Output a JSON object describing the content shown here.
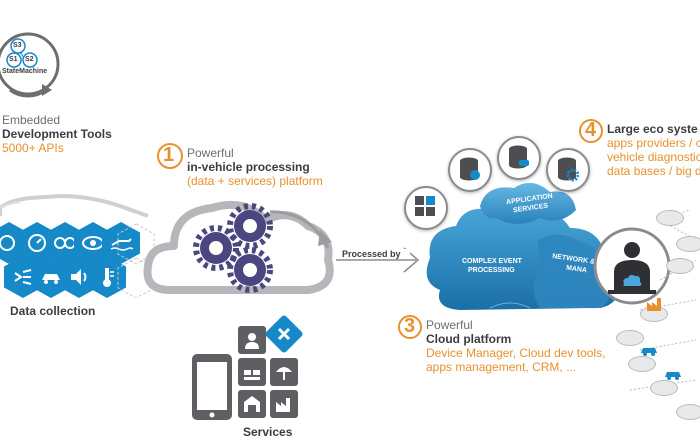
{
  "state_machine": {
    "label": "StateMachine",
    "states": [
      "S3",
      "S1",
      "S2"
    ]
  },
  "embedded": {
    "line1": "Embedded",
    "line2": "Development Tools",
    "line3": "5000+ APIs"
  },
  "step1": {
    "number": "1",
    "line1": "Powerful",
    "line2": "in-vehicle processing",
    "line3": "(data + services) platform"
  },
  "data_collection": {
    "label": "Data collection"
  },
  "services": {
    "label": "Services"
  },
  "arrow": {
    "label": "Processed by"
  },
  "cloud": {
    "application_services": [
      "APPLICATION",
      "SERVICES"
    ],
    "complex_event": [
      "COMPLEX EVENT",
      "PROCESSING"
    ],
    "network": [
      "NETWORK &",
      "MANA"
    ]
  },
  "step3": {
    "number": "3",
    "line1": "Powerful",
    "line2": "Cloud platform",
    "line3": "Device Manager, Cloud dev tools,",
    "line4": "apps management, CRM, ..."
  },
  "step4": {
    "number": "4",
    "line1": "Large eco syste",
    "line2": "apps providers / c",
    "line3": "vehicle diagnostic",
    "line4": "data bases / big d"
  },
  "colors": {
    "accent_orange": "#e8912c",
    "hex_blue": "#1689c9",
    "cloud_blue": "#2a8fc9",
    "gear_purple": "#4b4680"
  }
}
